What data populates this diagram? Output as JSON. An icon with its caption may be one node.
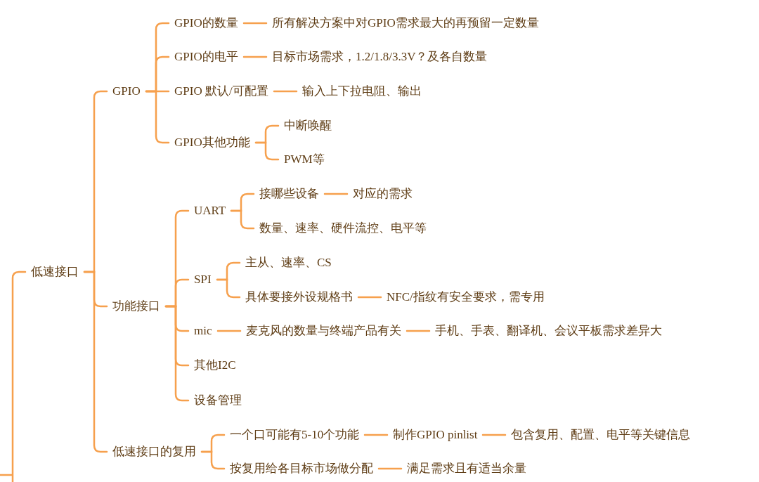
{
  "diagram": {
    "nodes": [
      {
        "text": [
          "低速接口"
        ]
      },
      {
        "text": [
          "GPIO"
        ]
      },
      {
        "text": [
          "GPIO的数量"
        ]
      },
      {
        "text": [
          "所有解决方案中对GPIO需求最大的再预留一定数量"
        ]
      },
      {
        "text": [
          "GPIO的电平"
        ]
      },
      {
        "text": [
          "目标市场需求，1.2/1.8/3.3V？及各自数量"
        ]
      },
      {
        "text": [
          "GPIO 默认/可配置"
        ]
      },
      {
        "text": [
          "输入上下拉电阻、输出"
        ]
      },
      {
        "text": [
          "GPIO其他功能"
        ]
      },
      {
        "text": [
          "中断唤醒"
        ]
      },
      {
        "text": [
          "PWM等"
        ]
      },
      {
        "text": [
          "功能接口"
        ]
      },
      {
        "text": [
          "UART"
        ]
      },
      {
        "text": [
          "接哪些设备"
        ]
      },
      {
        "text": [
          "对应的需求"
        ]
      },
      {
        "text": [
          "数量、速率、硬件流控、电平等"
        ]
      },
      {
        "text": [
          "SPI"
        ]
      },
      {
        "text": [
          "主从、速率、CS"
        ]
      },
      {
        "text": [
          "具体要接外设规格书"
        ]
      },
      {
        "text": [
          "NFC/指纹有安全要求，需专用"
        ]
      },
      {
        "text": [
          "mic"
        ]
      },
      {
        "text": [
          "麦克风的数量与终端产品有关"
        ]
      },
      {
        "text": [
          "手机、手表、翻译机、会议平板需求差异大"
        ]
      },
      {
        "text": [
          "其他I2C"
        ]
      },
      {
        "text": [
          "设备管理"
        ]
      },
      {
        "text": [
          "低速接口的复用"
        ]
      },
      {
        "text": [
          "一个口可能有5-10个功能"
        ]
      },
      {
        "text": [
          "制作GPIO pinlist"
        ]
      },
      {
        "text": [
          "包含复用、配置、电平等关键信息"
        ]
      },
      {
        "text": [
          "按复用给各目标市场做分配"
        ]
      },
      {
        "text": [
          "满足需求且有适当余量"
        ]
      }
    ],
    "edges": [
      {
        "from": null,
        "to": 0,
        "arrow": "none"
      },
      {
        "from": 0,
        "to": 1,
        "arrow": "none"
      },
      {
        "from": 0,
        "to": 11,
        "arrow": "none"
      },
      {
        "from": 0,
        "to": 25,
        "arrow": "none"
      },
      {
        "from": 1,
        "to": 2,
        "arrow": "none"
      },
      {
        "from": 1,
        "to": 4,
        "arrow": "none"
      },
      {
        "from": 1,
        "to": 6,
        "arrow": "none"
      },
      {
        "from": 1,
        "to": 8,
        "arrow": "none"
      },
      {
        "from": 2,
        "to": 3,
        "arrow": "none"
      },
      {
        "from": 4,
        "to": 5,
        "arrow": "none"
      },
      {
        "from": 6,
        "to": 7,
        "arrow": "none"
      },
      {
        "from": 8,
        "to": 9,
        "arrow": "none"
      },
      {
        "from": 8,
        "to": 10,
        "arrow": "none"
      },
      {
        "from": 11,
        "to": 12,
        "arrow": "none"
      },
      {
        "from": 11,
        "to": 16,
        "arrow": "none"
      },
      {
        "from": 11,
        "to": 20,
        "arrow": "none"
      },
      {
        "from": 11,
        "to": 23,
        "arrow": "none"
      },
      {
        "from": 11,
        "to": 24,
        "arrow": "none"
      },
      {
        "from": 12,
        "to": 13,
        "arrow": "none"
      },
      {
        "from": 12,
        "to": 15,
        "arrow": "none"
      },
      {
        "from": 13,
        "to": 14,
        "arrow": "none"
      },
      {
        "from": 16,
        "to": 17,
        "arrow": "none"
      },
      {
        "from": 16,
        "to": 18,
        "arrow": "none"
      },
      {
        "from": 18,
        "to": 19,
        "arrow": "none"
      },
      {
        "from": 20,
        "to": 21,
        "arrow": "none"
      },
      {
        "from": 21,
        "to": 22,
        "arrow": "none"
      },
      {
        "from": 25,
        "to": 26,
        "arrow": "none"
      },
      {
        "from": 25,
        "to": 29,
        "arrow": "none"
      },
      {
        "from": 26,
        "to": 27,
        "arrow": "none"
      },
      {
        "from": 27,
        "to": 28,
        "arrow": "none"
      },
      {
        "from": 29,
        "to": 30,
        "arrow": "none"
      }
    ]
  }
}
